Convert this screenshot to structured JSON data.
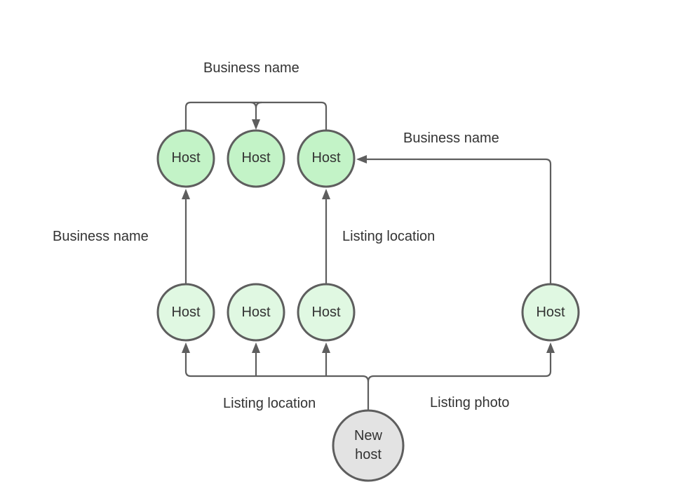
{
  "diagram": {
    "nodes": {
      "top_host_1": "Host",
      "top_host_2": "Host",
      "top_host_3": "Host",
      "mid_host_1": "Host",
      "mid_host_2": "Host",
      "mid_host_3": "Host",
      "mid_host_4": "Host",
      "new_host_line1": "New",
      "new_host_line2": "host"
    },
    "labels": {
      "top_business_name": "Business name",
      "right_business_name": "Business name",
      "left_business_name": "Business name",
      "middle_listing_location": "Listing location",
      "bottom_listing_location": "Listing location",
      "bottom_listing_photo": "Listing photo"
    },
    "colors": {
      "host_fill": "#c3f3c7",
      "host_light_fill": "#e0f8e2",
      "new_host_fill": "#e3e3e3",
      "stroke": "#5e5e5e",
      "text": "#333333"
    }
  }
}
